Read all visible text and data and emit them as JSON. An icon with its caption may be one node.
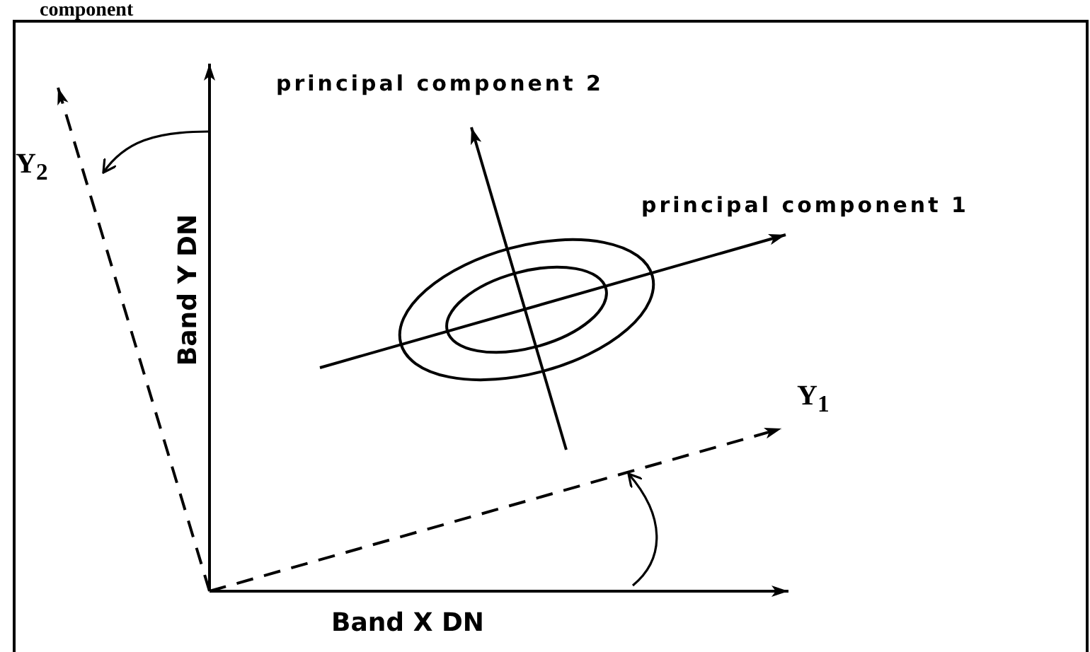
{
  "diagram": {
    "labels": [
      "component",
      "principal component 2",
      "Y$_{2}$",
      "principal component 1",
      "Band Y DN",
      "Y$_{1}$",
      "Band X DN"
    ]
  }
}
